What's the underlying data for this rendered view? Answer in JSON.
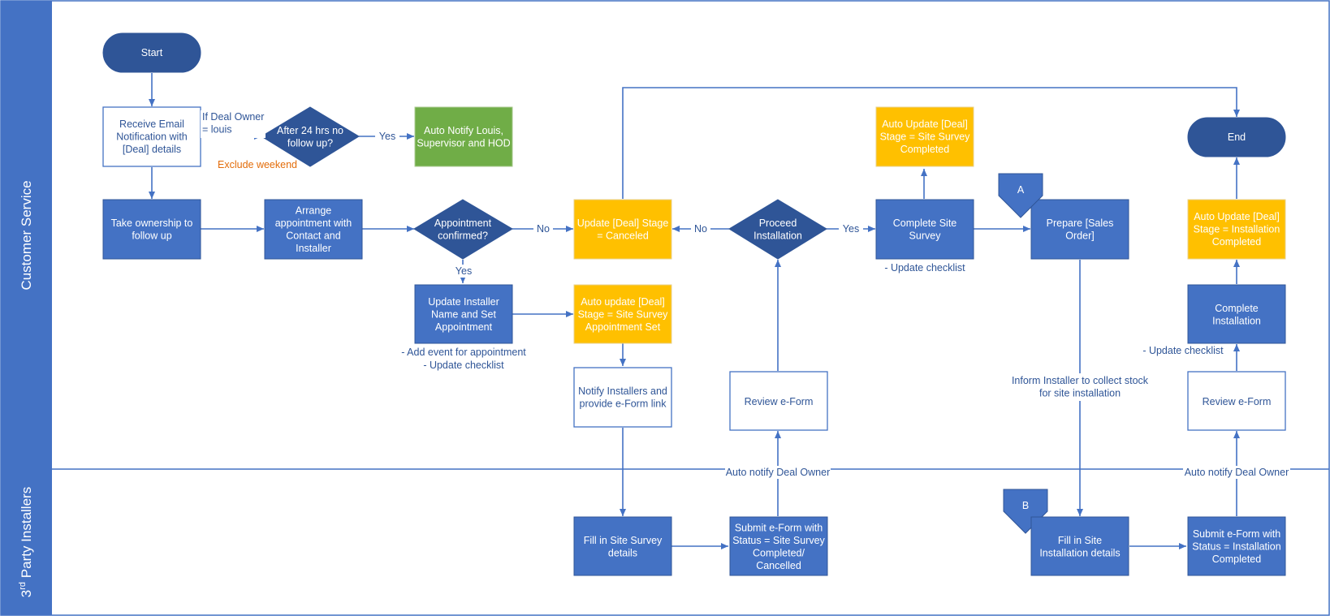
{
  "lanes": {
    "customer_service": "Customer Service",
    "installers_pre": "3",
    "installers_sup": "rd",
    "installers_post": " Party Installers"
  },
  "nodes": {
    "start": "Start",
    "receive_email": [
      "Receive Email",
      "Notification with",
      "[Deal] details"
    ],
    "after_24hrs": [
      "After 24 hrs no",
      "follow up?"
    ],
    "auto_notify_louis": [
      "Auto Notify Louis,",
      "Supervisor and HOD"
    ],
    "take_ownership": [
      "Take ownership to",
      "follow up"
    ],
    "arrange_appointment": [
      "Arrange",
      "appointment with",
      "Contact and",
      "Installer"
    ],
    "appointment_confirmed": [
      "Appointment",
      "confirmed?"
    ],
    "update_canceled": [
      "Update [Deal] Stage",
      "= Canceled"
    ],
    "proceed_installation": [
      "Proceed",
      "Installation"
    ],
    "complete_site_survey": [
      "Complete Site",
      "Survey"
    ],
    "auto_update_survey_completed": [
      "Auto Update [Deal]",
      "Stage = Site Survey",
      "Completed"
    ],
    "prepare_sales_order": [
      "Prepare [Sales",
      "Order]"
    ],
    "end": "End",
    "auto_update_installation_completed": [
      "Auto Update [Deal]",
      "Stage = Installation",
      "Completed"
    ],
    "complete_installation": [
      "Complete",
      "Installation"
    ],
    "review_eform_2": "Review e-Form",
    "update_installer": [
      "Update Installer",
      "Name and Set",
      "Appointment"
    ],
    "auto_update_appointment_set": [
      "Auto update [Deal]",
      "Stage =  Site Survey",
      "Appointment Set"
    ],
    "notify_installers": [
      "Notify Installers and",
      "provide e-Form link"
    ],
    "review_eform_1": "Review e-Form",
    "fill_site_survey": [
      "Fill in Site Survey",
      "details"
    ],
    "submit_eform_survey": [
      "Submit e-Form with",
      "Status = Site Survey",
      "Completed/",
      "Cancelled"
    ],
    "fill_site_installation": [
      "Fill in Site",
      "Installation details"
    ],
    "submit_eform_installation": [
      "Submit e-Form with",
      "Status = Installation",
      "Completed"
    ],
    "connector_a": "A",
    "connector_b": "B"
  },
  "labels": {
    "if_deal_owner": [
      "If Deal Owner",
      "= louis"
    ],
    "exclude_weekend": "Exclude weekend",
    "yes_1": "Yes",
    "no_1": "No",
    "no_2": "No",
    "yes_2": "Yes",
    "yes_3": "Yes",
    "update_checklist_1": "- Update checklist",
    "add_event": "- Add event for appointment",
    "update_checklist_2": "- Update checklist",
    "update_checklist_3": "- Update checklist",
    "inform_installer": [
      "Inform Installer to collect stock",
      "for site installation"
    ],
    "auto_notify_owner_1": "Auto notify Deal Owner",
    "auto_notify_owner_2": "Auto notify Deal Owner"
  },
  "colors": {
    "primary_blue": "#4472C4",
    "border_blue": "#2F5597",
    "orange_box": "#FFC000",
    "green_box": "#70AD47",
    "orange_text": "#E36C09"
  }
}
